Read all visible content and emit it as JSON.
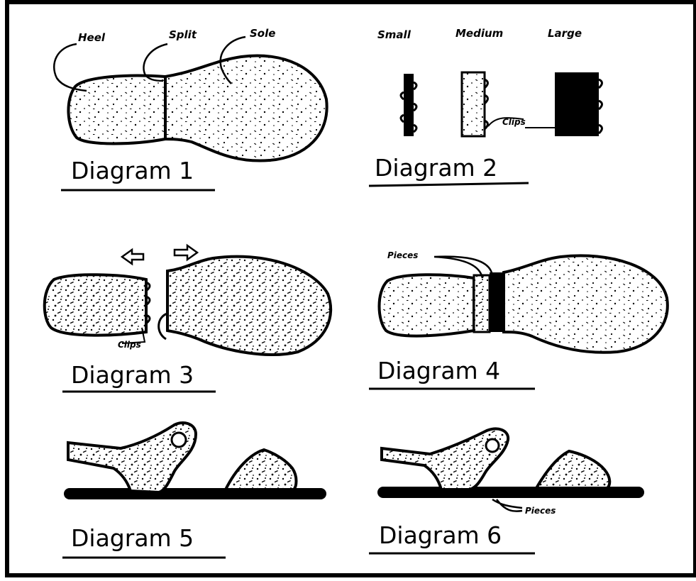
{
  "diagrams": [
    {
      "caption": "Diagram 1",
      "labels": {
        "heel": "Heel",
        "split": "Split",
        "sole": "Sole"
      }
    },
    {
      "caption": "Diagram 2",
      "sizes": [
        "Small",
        "Medium",
        "Large"
      ],
      "clip_label": "Clips"
    },
    {
      "caption": "Diagram 3",
      "clip_label": "Clips"
    },
    {
      "caption": "Diagram 4",
      "pieces_label": "Pieces"
    },
    {
      "caption": "Diagram 5"
    },
    {
      "caption": "Diagram 6",
      "pieces_label": "Pieces"
    }
  ]
}
